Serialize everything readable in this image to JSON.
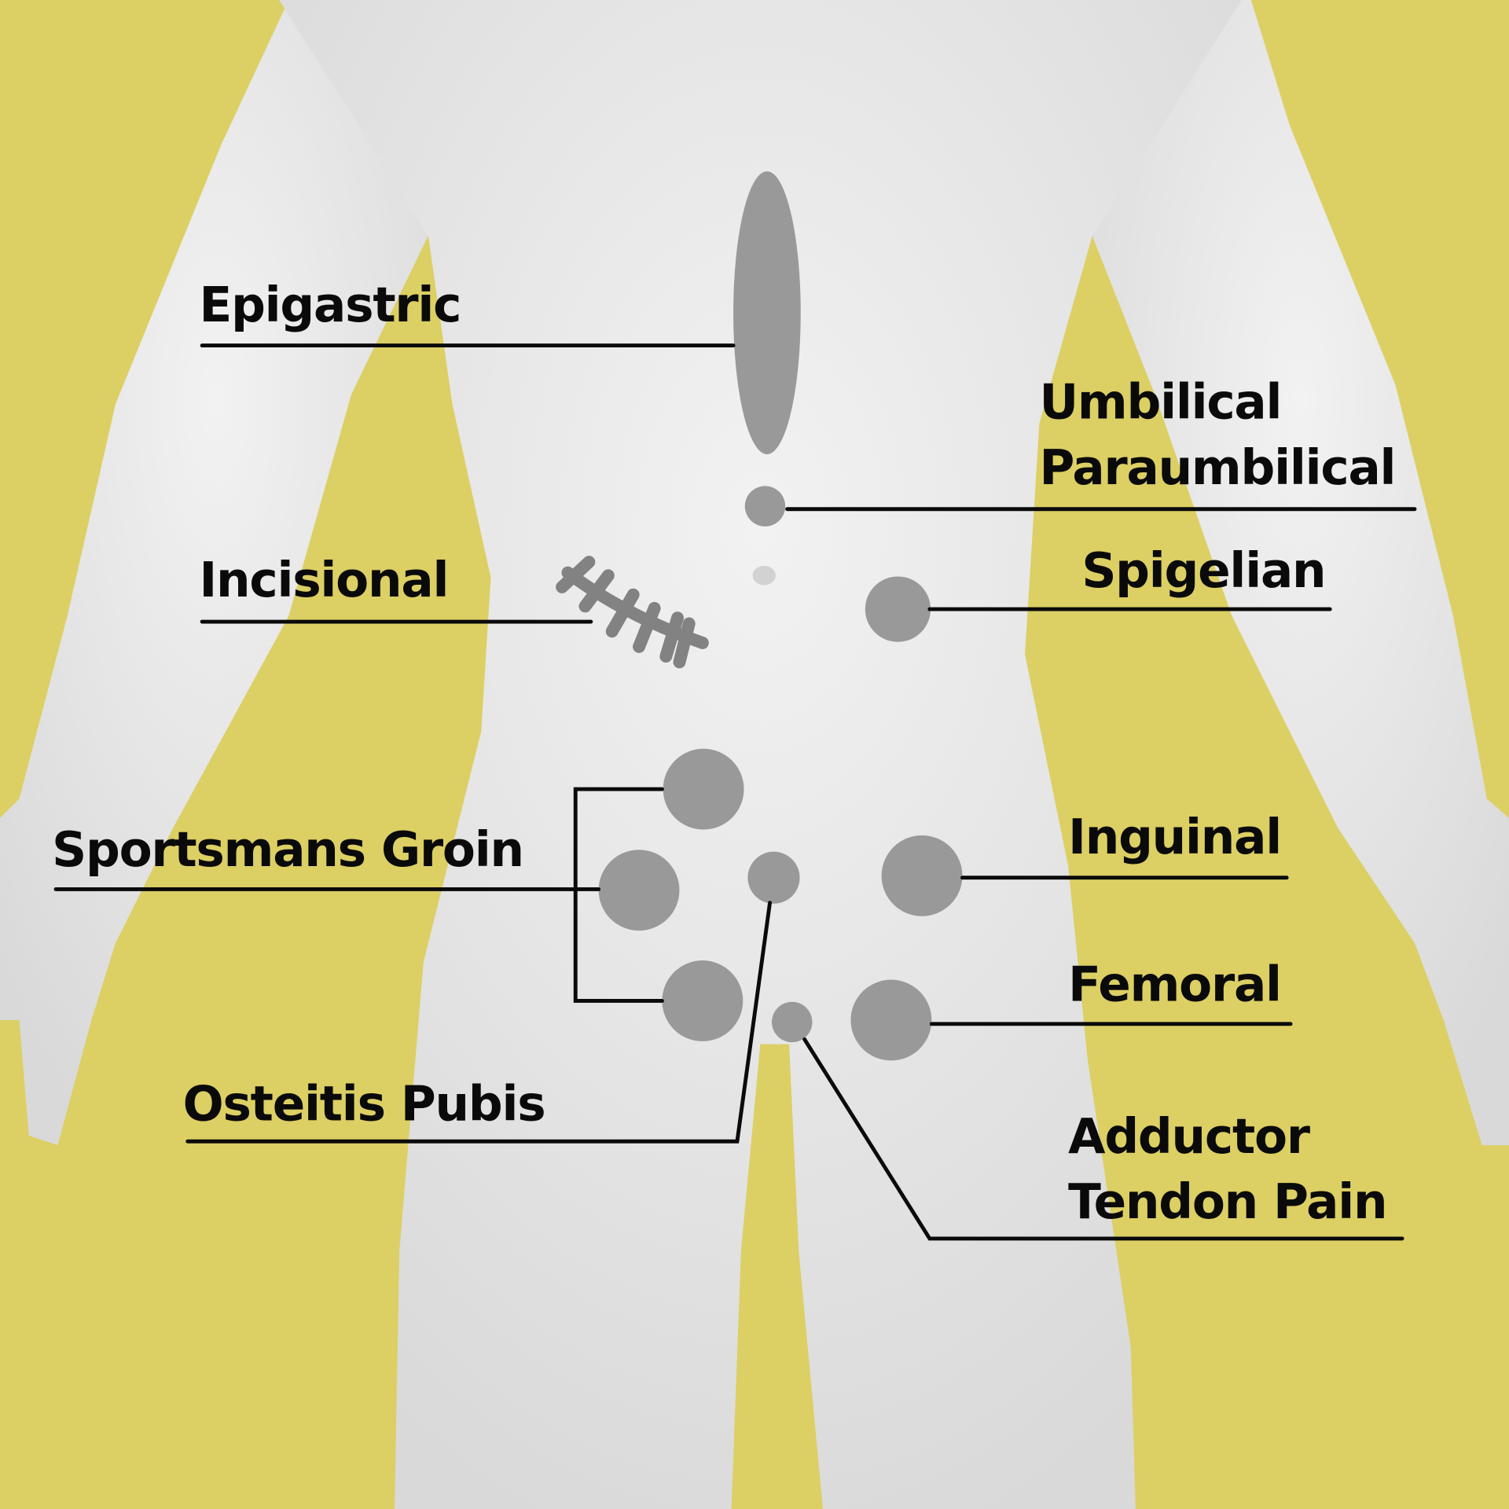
{
  "colors": {
    "background": "#dccf64",
    "body": "#e6e6e6",
    "marker": "#999999",
    "text": "#0a0a0a"
  },
  "labels": {
    "epigastric": "Epigastric",
    "umbilical": "Umbilical",
    "paraumbilical": "Paraumbilical",
    "incisional": "Incisional",
    "spigelian": "Spigelian",
    "sportsmans_groin": "Sportsmans Groin",
    "inguinal": "Inguinal",
    "femoral": "Femoral",
    "osteitis_pubis": "Osteitis Pubis",
    "adductor_line1": "Adductor",
    "adductor_line2": "Tendon Pain"
  }
}
